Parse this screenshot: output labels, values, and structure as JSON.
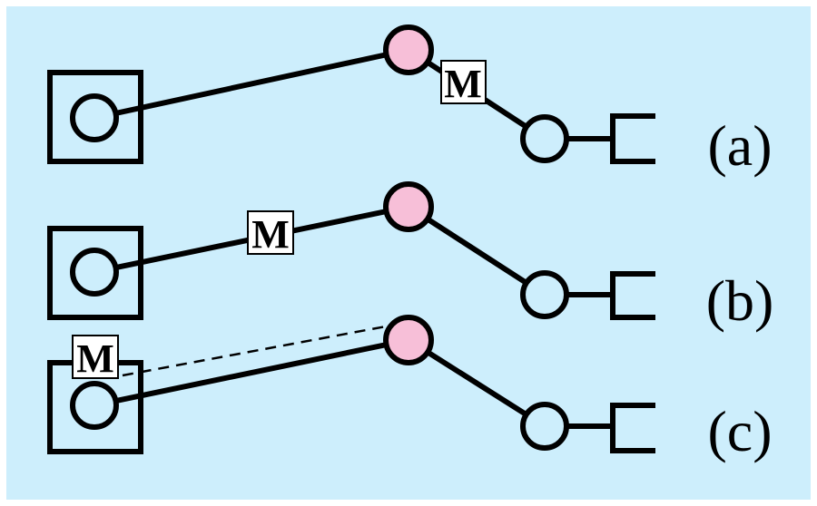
{
  "colors": {
    "panel_background": "#cdeefc",
    "panel_border": "#ffffff",
    "line": "#000000",
    "filled_node": "#f7bfd8",
    "open_node": "#cdeefc",
    "m_box": "#ffffff"
  },
  "rows": [
    {
      "label": "(a)",
      "marker": "M",
      "marker_position": "between-filled-node-and-open-node"
    },
    {
      "label": "(b)",
      "marker": "M",
      "marker_position": "between-square-and-filled-node"
    },
    {
      "label": "(c)",
      "marker": "M",
      "marker_position": "on-square-corner",
      "dashed_link": true
    }
  ]
}
